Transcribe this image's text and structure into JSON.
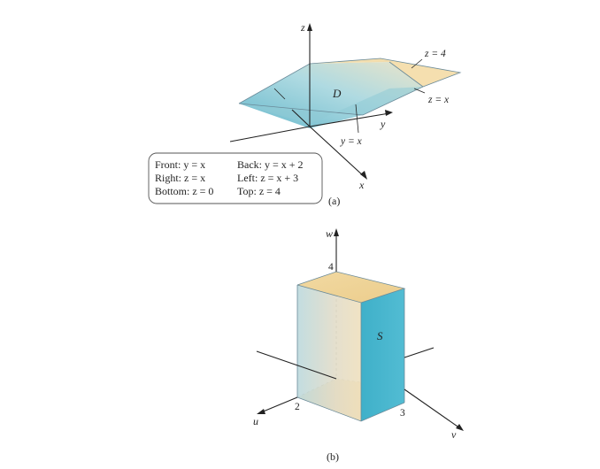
{
  "figure_a": {
    "axis_z": "z",
    "axis_y": "y",
    "axis_x": "x",
    "region_label": "D",
    "label_z4": "z = 4",
    "label_zx": "z = x",
    "label_yx": "y = x",
    "caption": "(a)",
    "legend": {
      "front": "Front: y = x",
      "back": "Back: y = x + 2",
      "right": "Right: z = x",
      "left": "Left: z = x + 3",
      "bottom": "Bottom: z = 0",
      "top": "Top: z = 4"
    }
  },
  "figure_b": {
    "axis_w": "w",
    "axis_u": "u",
    "axis_v": "v",
    "solid_label": "S",
    "tick_w": "4",
    "tick_u": "2",
    "tick_v": "3",
    "caption": "(b)"
  },
  "colors": {
    "face_blue": "#5bb7cc",
    "face_blue_light": "#a9dbe6",
    "face_tan": "#f3d9a4",
    "face_tan_light": "#f8e9c8"
  }
}
